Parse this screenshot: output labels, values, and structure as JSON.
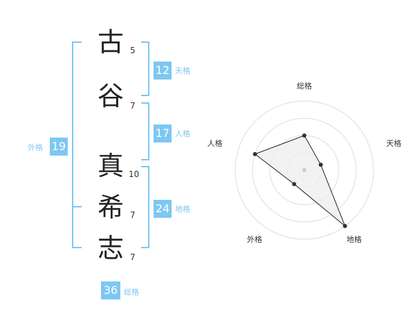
{
  "name_chars": [
    {
      "char": "古",
      "strokes": "5"
    },
    {
      "char": "谷",
      "strokes": "7"
    },
    {
      "char": "真",
      "strokes": "10"
    },
    {
      "char": "希",
      "strokes": "7"
    },
    {
      "char": "志",
      "strokes": "7"
    }
  ],
  "scores": {
    "tenkaku": {
      "value": "12",
      "label": "天格"
    },
    "jinkaku": {
      "value": "17",
      "label": "人格"
    },
    "chikaku": {
      "value": "24",
      "label": "地格"
    },
    "gaikaku": {
      "value": "19",
      "label": "外格"
    },
    "soukaku": {
      "value": "36",
      "label": "総格"
    }
  },
  "colors": {
    "accent": "#7cc8f2",
    "radar_fill": "#ededed",
    "ring": "#dddddd"
  },
  "radar": {
    "labels": {
      "soukaku": "総格",
      "tenkaku": "天格",
      "chikaku": "地格",
      "gaikaku": "外格",
      "jinkaku": "人格"
    },
    "levels": 4,
    "values": {
      "soukaku": 0.5,
      "tenkaku": 0.25,
      "chikaku": 1.0,
      "gaikaku": 0.25,
      "jinkaku": 0.75
    }
  }
}
